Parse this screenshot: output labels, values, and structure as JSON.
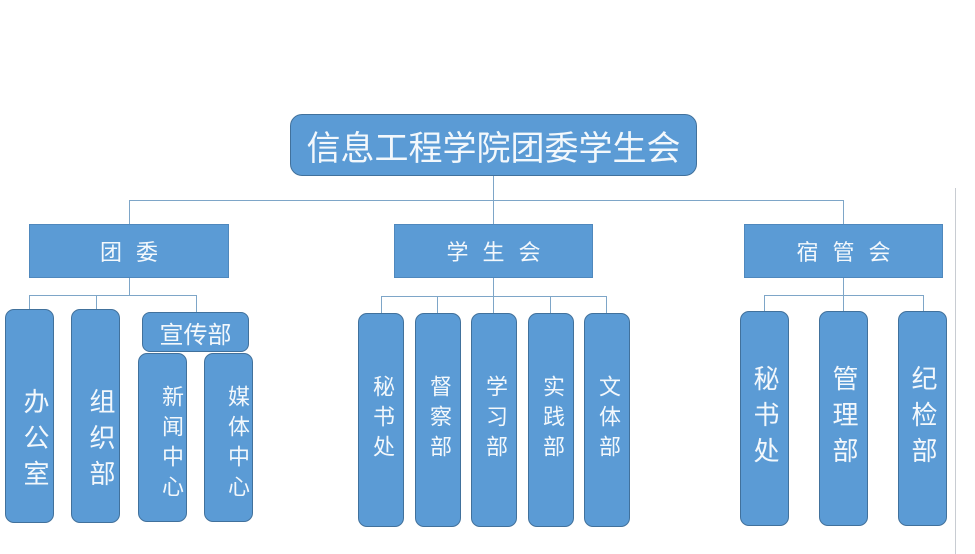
{
  "root": {
    "label": "信息工程学院团委学生会"
  },
  "groups": [
    {
      "label": "团委",
      "children": [
        {
          "label": "办公室"
        },
        {
          "label": "组织部"
        },
        {
          "label": "宣传部",
          "children": [
            {
              "label": "新闻中心"
            },
            {
              "label": "媒体中心"
            }
          ]
        }
      ]
    },
    {
      "label": "学生会",
      "children": [
        {
          "label": "秘书处"
        },
        {
          "label": "督察部"
        },
        {
          "label": "学习部"
        },
        {
          "label": "实践部"
        },
        {
          "label": "文体部"
        }
      ]
    },
    {
      "label": "宿管会",
      "children": [
        {
          "label": "秘书处"
        },
        {
          "label": "管理部"
        },
        {
          "label": "纪检部"
        }
      ]
    }
  ],
  "colors": {
    "box_fill": "#5b9bd5",
    "box_border": "#41719c",
    "connector": "#7ea6c8",
    "text": "#ffffff"
  }
}
